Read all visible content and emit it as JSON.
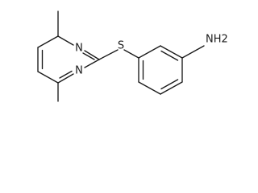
{
  "atoms": {
    "n_top": "N",
    "n_bottom": "N",
    "s_bridge": "S",
    "nh2": "NH2"
  }
}
